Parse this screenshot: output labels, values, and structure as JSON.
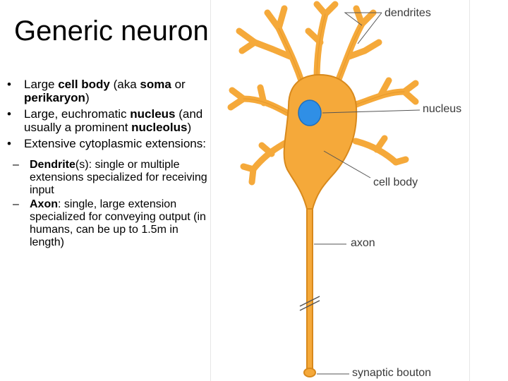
{
  "title": "Generic neuron",
  "bullets": [
    {
      "parts": [
        {
          "t": "Large ",
          "b": false
        },
        {
          "t": "cell body",
          "b": true
        },
        {
          "t": " (aka ",
          "b": false
        },
        {
          "t": "soma",
          "b": true
        },
        {
          "t": " or ",
          "b": false
        },
        {
          "t": "perikaryon",
          "b": true
        },
        {
          "t": ")",
          "b": false
        }
      ]
    },
    {
      "parts": [
        {
          "t": "Large, euchromatic ",
          "b": false
        },
        {
          "t": "nucleus",
          "b": true
        },
        {
          "t": " (and usually a prominent ",
          "b": false
        },
        {
          "t": "nucleolus",
          "b": true
        },
        {
          "t": ")",
          "b": false
        }
      ]
    },
    {
      "parts": [
        {
          "t": "Extensive cytoplasmic extensions:",
          "b": false
        }
      ]
    }
  ],
  "sub_bullets": [
    {
      "parts": [
        {
          "t": "Dendrite",
          "b": true
        },
        {
          "t": "(s): single or multiple extensions specialized for receiving input",
          "b": false
        }
      ]
    },
    {
      "parts": [
        {
          "t": "Axon",
          "b": true
        },
        {
          "t": ": single, large extension specialized for conveying output (in humans, can be up to 1.5m in length)",
          "b": false
        }
      ]
    }
  ],
  "bullet_glyph": "•",
  "dash_glyph": "–",
  "figure_labels": {
    "dendrites": "dendrites",
    "nucleus": "nucleus",
    "cell_body": "cell body",
    "axon": "axon",
    "synaptic_bouton": "synaptic bouton"
  },
  "colors": {
    "cell_fill": "#f5a93a",
    "cell_stroke": "#d8891c",
    "nucleus_fill": "#2f8fe6",
    "label_text": "#3a3a3a",
    "leader_line": "#555555"
  }
}
